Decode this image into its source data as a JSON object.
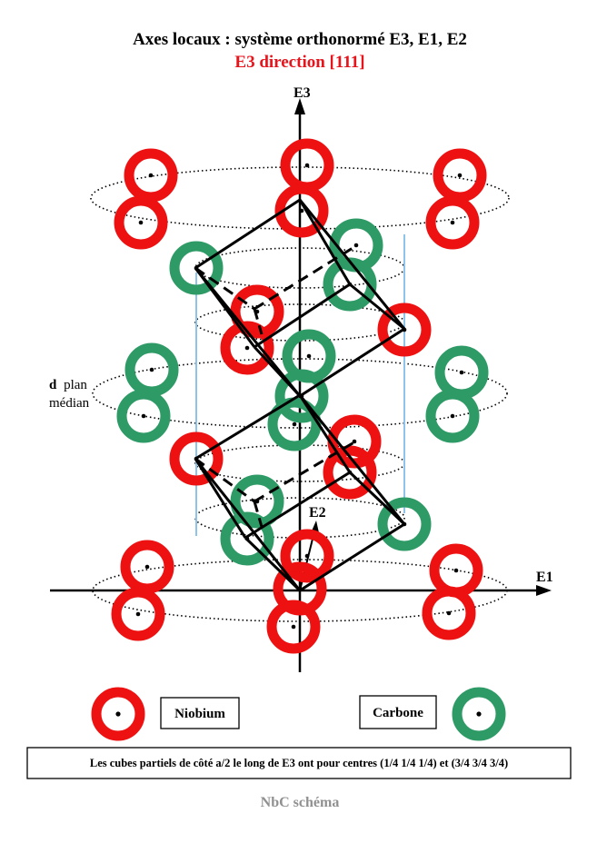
{
  "title": "Axes locaux : système orthonormé E3, E1, E2",
  "subtitle": "E3 direction [111]",
  "axes": {
    "e3": "E3",
    "e1": "E1",
    "e2": "E2"
  },
  "plane_label": {
    "letter": "d",
    "word1": "plan",
    "word2": "médian"
  },
  "legend": {
    "niobium": "Niobium",
    "carbone": "Carbone"
  },
  "caption": "Les cubes partiels de côté a/2 le long de E3  ont pour centres (1/4 1/4 1/4) et (3/4 3/4 3/4)",
  "footer": "NbC  schéma",
  "colors": {
    "niobium": "#ee1111",
    "carbone": "#2e9a66",
    "guide": "#8fc4ea",
    "text_red": "#e8141c",
    "footer": "#909090"
  }
}
